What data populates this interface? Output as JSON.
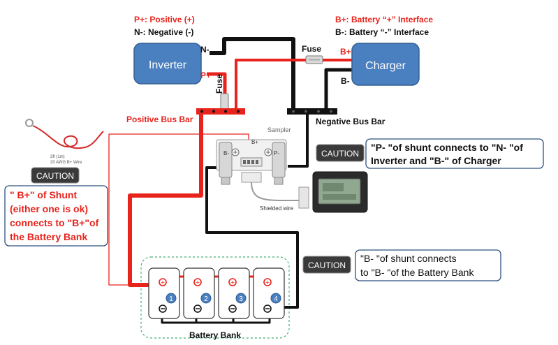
{
  "colors": {
    "positive_wire": "#e8231c",
    "negative_wire": "#111111",
    "device_fill": "#4a7fc0",
    "label_red": "#e8231c",
    "callout_border": "#2d4f7c",
    "caution_fill": "#3a3a3a",
    "battery_border": "#45b07a"
  },
  "legend_left": {
    "positive": "P+: Positive (+)",
    "negative": "N-: Negative (-)"
  },
  "legend_right": {
    "positive": "B+: Battery “+” Interface",
    "negative": "B-: Battery “-” Interface"
  },
  "inverter": {
    "label": "Inverter",
    "n_terminal": "N-",
    "p_terminal": "P+"
  },
  "charger": {
    "label": "Charger",
    "b_plus": "B+",
    "b_minus": "B-"
  },
  "fuses": {
    "top": "Fuse",
    "vertical": "Fuse"
  },
  "bus_bars": {
    "positive": "Positive Bus Bar",
    "negative": "Negative Bus Bar"
  },
  "shunt": {
    "sampler": "Sampler",
    "b_minus": "B-",
    "b_plus": "B+",
    "p_minus": "P-",
    "shielded_wire": "Shielded wire"
  },
  "wire_sample": {
    "length": "3ft (1m)",
    "spec": "20 AWG B+ Wire"
  },
  "caution_label": "CAUTION",
  "callouts": {
    "left": [
      "\" B+\" of Shunt",
      "(either one is ok)",
      "connects to \"B+\"of",
      "the Battery Bank"
    ],
    "top_right": [
      "\"P- \"of shunt connects to \"N- \"of",
      "Inverter and \"B-\" of Charger"
    ],
    "bottom_right": [
      "\"B- \"of shunt connects",
      "to \"B- \"of the Battery Bank"
    ]
  },
  "batteries": [
    {
      "number": "1"
    },
    {
      "number": "2"
    },
    {
      "number": "3"
    },
    {
      "number": "4"
    }
  ],
  "battery_bank_label": "Battery Bank"
}
